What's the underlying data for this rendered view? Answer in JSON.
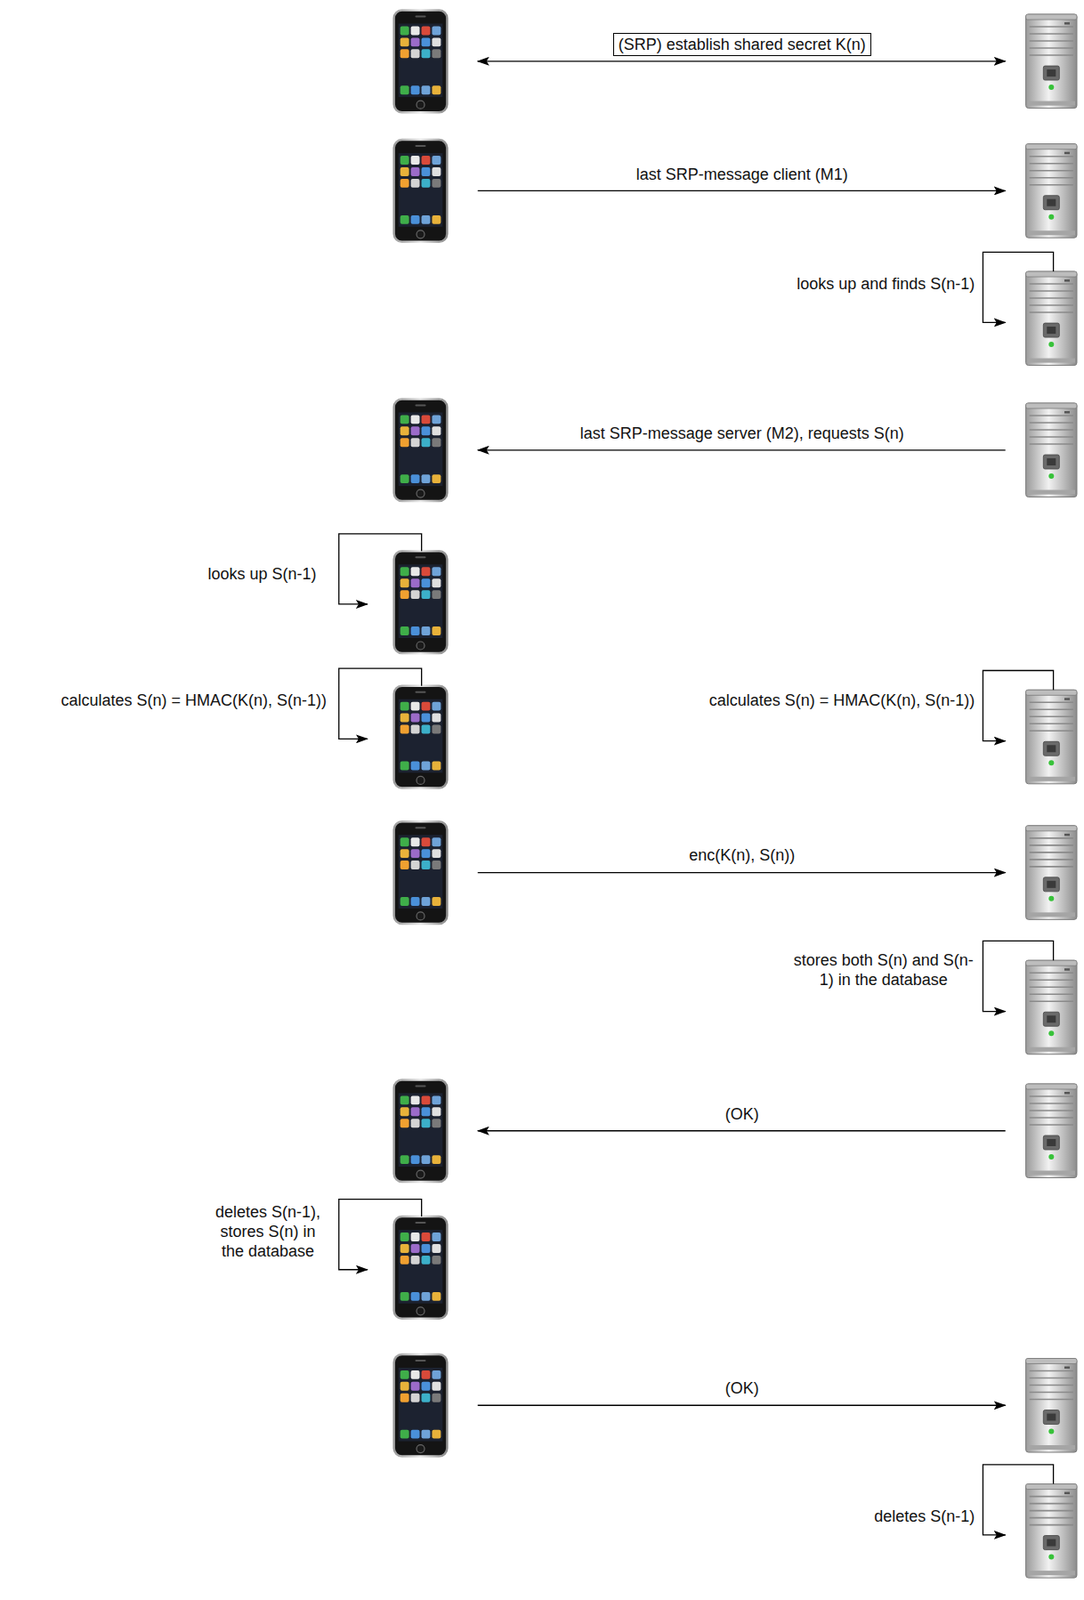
{
  "diagram": {
    "nodes": [
      {
        "text": [
          "(SRP) establish shared secret K(n)"
        ]
      }
    ],
    "labels": [
      "last SRP-message client (M1)",
      "looks up and finds S(n-1)",
      "last SRP-message server (M2), requests S(n)",
      "looks up S(n-1)",
      "calculates S(n) = HMAC(K(n), S(n-1))",
      "calculates S(n) = HMAC(K(n), S(n-1))",
      "enc(K(n), S(n))",
      "stores both S(n) and S(n-1) in the database",
      "(OK)",
      "deletes S(n-1), stores S(n) in the database",
      "(OK)",
      "deletes S(n-1)"
    ]
  }
}
